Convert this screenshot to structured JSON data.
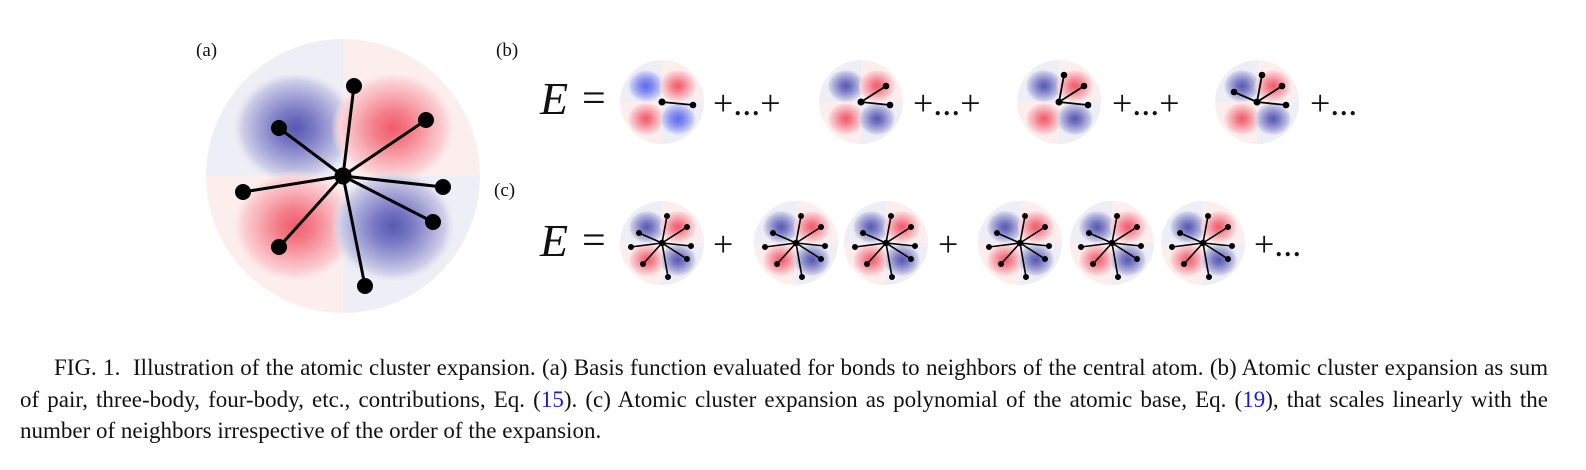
{
  "panels": {
    "a": "(a)",
    "b": "(b)",
    "c": "(c)"
  },
  "equation_b": {
    "lhs": "E",
    "equals": "=",
    "operators": [
      "+...+",
      "+...+",
      "+...+",
      "+..."
    ]
  },
  "equation_c": {
    "lhs": "E",
    "equals": "=",
    "operators": [
      "+",
      "+",
      "+..."
    ]
  },
  "colors": {
    "positive_lobe": "#f06a78",
    "negative_lobe": "#6a6ac0",
    "background_pos": "#fdeeee",
    "background_neg": "#eeeef6",
    "bond": "#000000",
    "reference_link": "#1a1ad0"
  },
  "caption": {
    "label": "FIG. 1.",
    "part1": "Illustration of the atomic cluster expansion. (a) Basis function evaluated for bonds to neighbors of the central atom. (b) Atomic cluster expansion as sum of pair, three-body, four-body, etc., contributions, Eq. (",
    "ref1": "15",
    "part2": "). (c) Atomic cluster expansion as polynomial of the atomic base, Eq. (",
    "ref2": "19",
    "part3": "), that scales linearly with the number of neighbors irrespective of the order of the expansion."
  }
}
